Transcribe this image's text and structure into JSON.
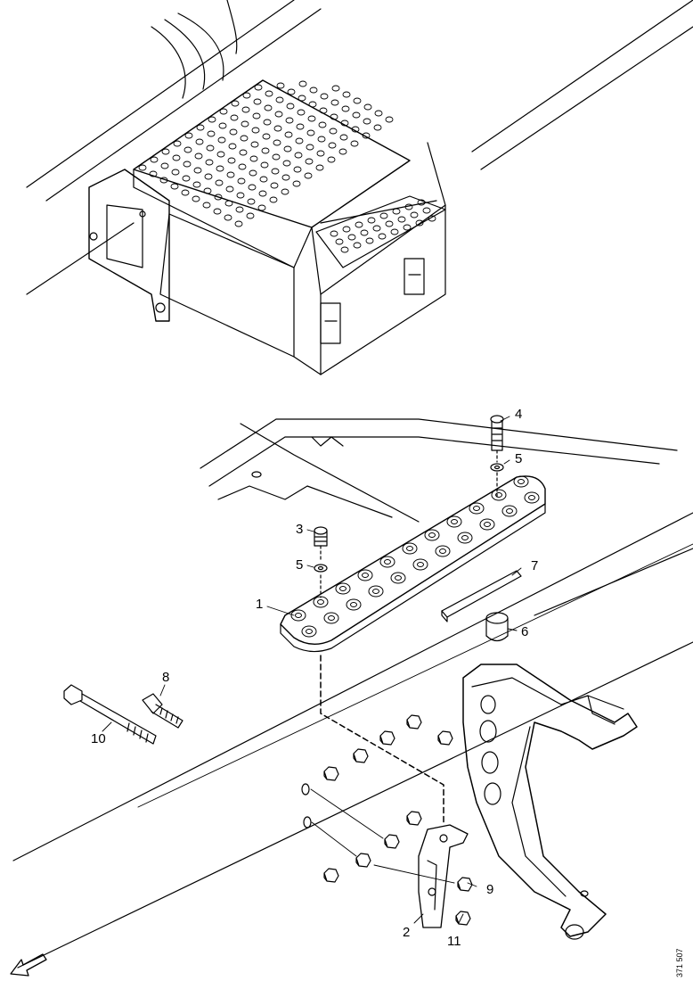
{
  "callouts": {
    "c1": "1",
    "c2": "2",
    "c3": "3",
    "c4": "4",
    "c5a": "5",
    "c5b": "5",
    "c6": "6",
    "c7": "7",
    "c8": "8",
    "c9": "9",
    "c10": "10",
    "c11": "11"
  },
  "reference_number": "371 507",
  "icons": {
    "front_marker": "direction-arrow-icon"
  },
  "colors": {
    "line": "#000000",
    "background": "#ffffff"
  }
}
